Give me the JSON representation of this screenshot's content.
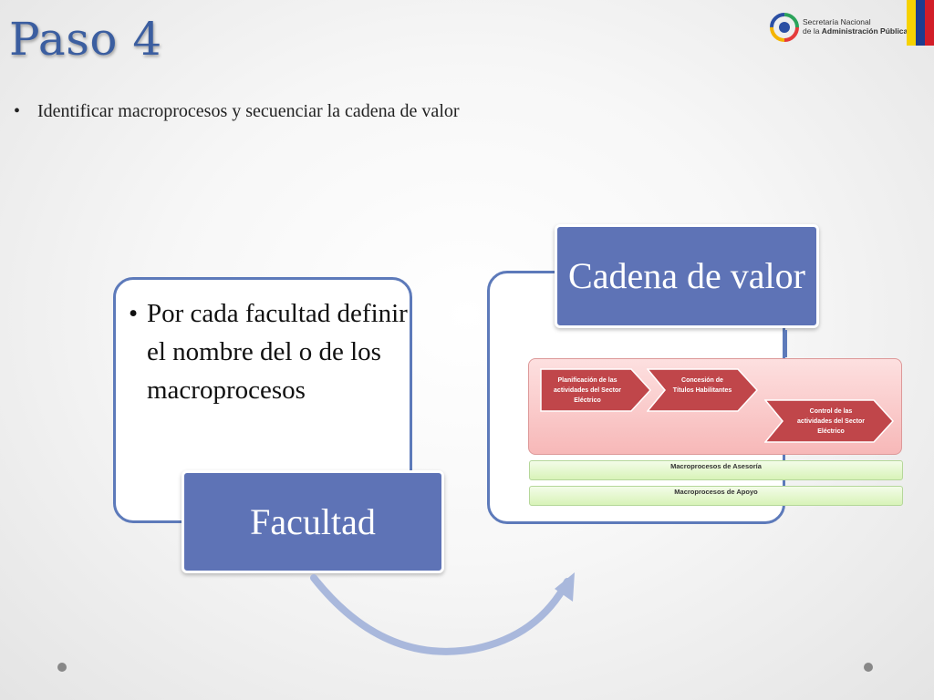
{
  "slide": {
    "title": "Paso 4",
    "bullet": "Identificar macroprocesos y secuenciar la cadena de valor"
  },
  "logo": {
    "line1": "Secretaría Nacional",
    "line2_prefix": "de la ",
    "line2_bold": "Administración Pública"
  },
  "left_box": {
    "bullet_text": "Por cada facultad definir el nombre del o de los macroprocesos",
    "label": "Facultad"
  },
  "right_box": {
    "label": "Cadena de valor",
    "value_chain": [
      {
        "text": "Planificación de las actividades del Sector Eléctrico"
      },
      {
        "text": "Concesión de Títulos Habilitantes"
      },
      {
        "text": "Control de las actividades del Sector Eléctrico"
      }
    ],
    "support_bars": [
      "Macroprocesos de Asesoría",
      "Macroprocesos de Apoyo"
    ]
  },
  "colors": {
    "title": "#3b5ea0",
    "accent_box": "#5e73b6",
    "border": "#5d7aba",
    "chevron": "#c0464a",
    "flag_yellow": "#f6d200",
    "flag_blue": "#1d3c8f",
    "flag_red": "#d21d28"
  }
}
